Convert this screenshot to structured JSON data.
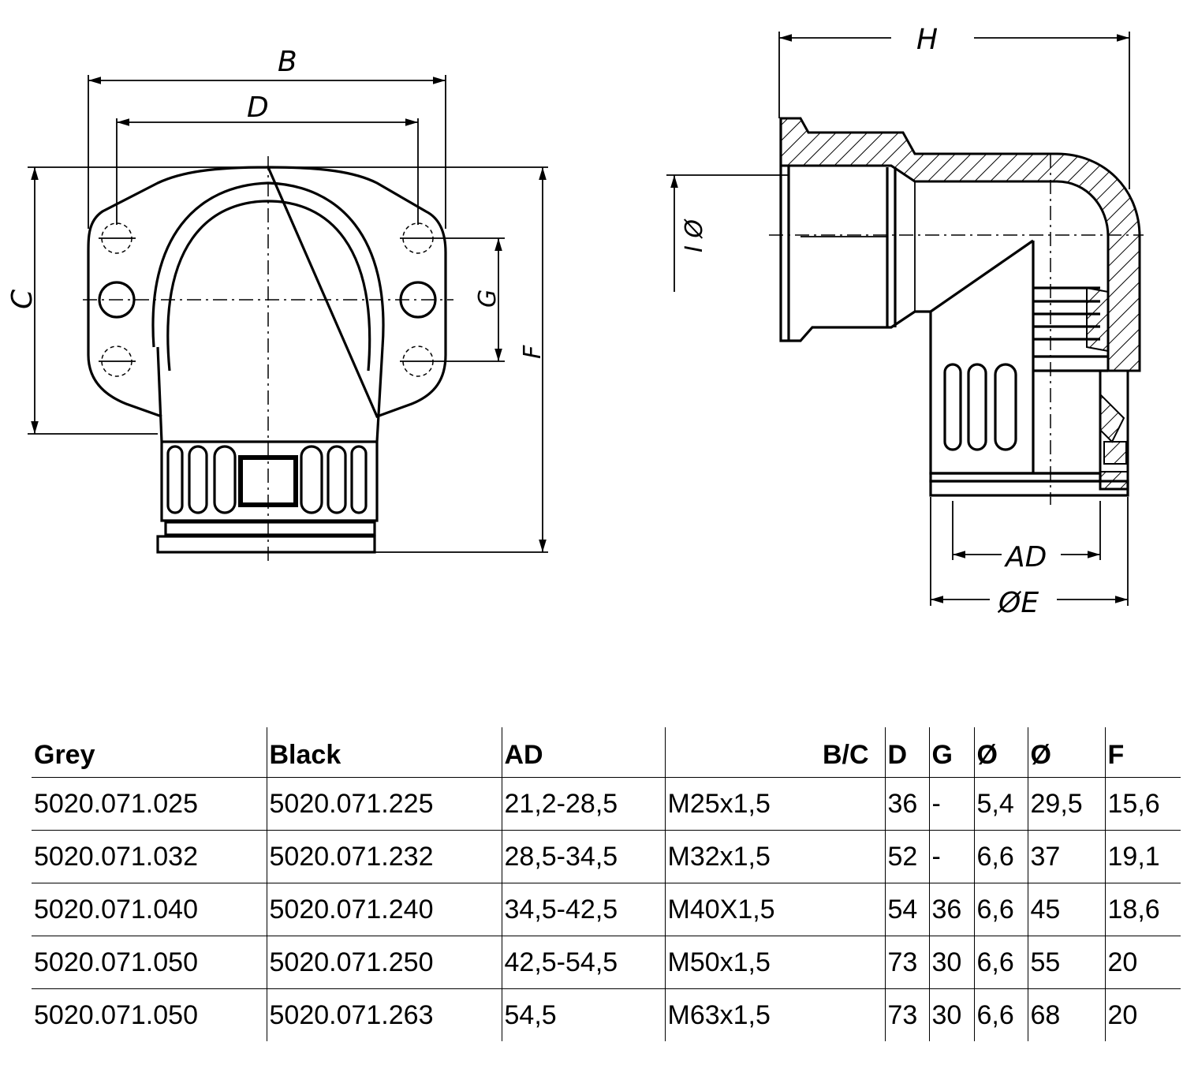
{
  "labels": {
    "B": "B",
    "D": "D",
    "C": "C",
    "G": "G",
    "F": "F",
    "H": "H",
    "I_phi": "I Ø",
    "AD": "AD",
    "phiE": "ØE"
  },
  "table": {
    "headers": [
      "Grey",
      "Black",
      "AD",
      "",
      "B/C",
      "D",
      "G",
      "Ø",
      "Ø",
      "F"
    ],
    "rows": [
      [
        "5020.071.025",
        "5020.071.225",
        "21,2-28,5",
        "M25x1,5",
        "",
        "36",
        "-",
        "5,4",
        "29,5",
        "15,6"
      ],
      [
        "5020.071.032",
        "5020.071.232",
        "28,5-34,5",
        "M32x1,5",
        "",
        "52",
        "-",
        "6,6",
        "37",
        "19,1"
      ],
      [
        "5020.071.040",
        "5020.071.240",
        "34,5-42,5",
        "M40X1,5",
        "",
        "54",
        "36",
        "6,6",
        "45",
        "18,6"
      ],
      [
        "5020.071.050",
        "5020.071.250",
        "42,5-54,5",
        "M50x1,5",
        "",
        "73",
        "30",
        "6,6",
        "55",
        "20"
      ],
      [
        "5020.071.050",
        "5020.071.263",
        "54,5",
        "M63x1,5",
        "",
        "73",
        "30",
        "6,6",
        "68",
        "20"
      ]
    ]
  }
}
